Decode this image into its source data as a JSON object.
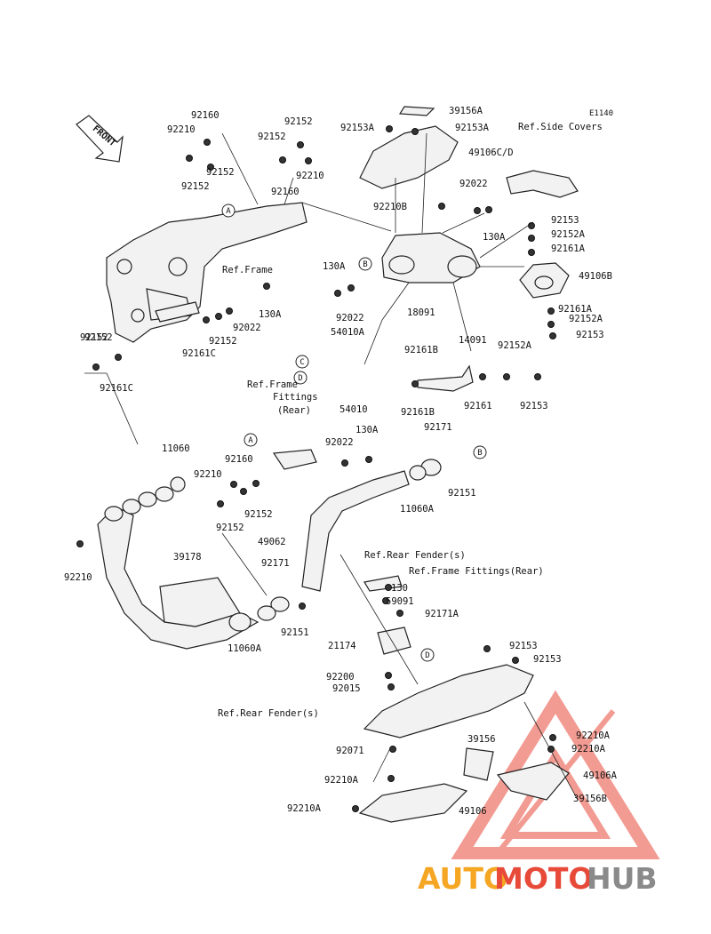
{
  "diagram_code": "E1140",
  "front_label": "FRONT",
  "refs": {
    "side_covers": "Ref.Side Covers",
    "frame": "Ref.Frame",
    "frame_fittings_rear_l1": "Ref.Frame",
    "frame_fittings_rear_l2": "Fittings",
    "frame_fittings_rear_l3": "(Rear)",
    "rear_fender_top": "Ref.Rear Fender(s)",
    "frame_fittings_rear_inline": "Ref.Frame Fittings(Rear)",
    "rear_fender_bottom": "Ref.Rear Fender(s)"
  },
  "circle_markers": [
    "A",
    "B",
    "C",
    "D",
    "A",
    "B",
    "D"
  ],
  "labels": [
    "92160",
    "92210",
    "92152",
    "92152",
    "92152",
    "92152",
    "92210",
    "92160",
    "39156A",
    "92153A",
    "92153A",
    "49106C/D",
    "92022",
    "92210B",
    "130A",
    "92153",
    "92152A",
    "92161A",
    "49106B",
    "92161A",
    "92152A",
    "92153",
    "130A",
    "92022",
    "18091",
    "130A",
    "92152",
    "92022",
    "92161C",
    "92152",
    "54010A",
    "92161B",
    "14091",
    "92152A",
    "54010",
    "92161B",
    "92161",
    "92153",
    "92152",
    "92161C",
    "11060",
    "92160",
    "92210",
    "92152",
    "92152",
    "92022",
    "130A",
    "92171",
    "92151",
    "11060A",
    "49062",
    "92210",
    "39178",
    "92171",
    "92151",
    "11060A",
    "130",
    "59091",
    "92171A",
    "21174",
    "92200",
    "92015",
    "92153",
    "92153",
    "92071",
    "39156",
    "92210A",
    "92210A",
    "49106A",
    "39156B",
    "92210A",
    "92210A",
    "49106"
  ],
  "watermark": {
    "part1": "AUTO",
    "part2": "MOTO",
    "part3": "HUB",
    "color_orange": "#f5a623",
    "color_red": "#e84a3a",
    "color_gray": "#8a8a8a"
  }
}
